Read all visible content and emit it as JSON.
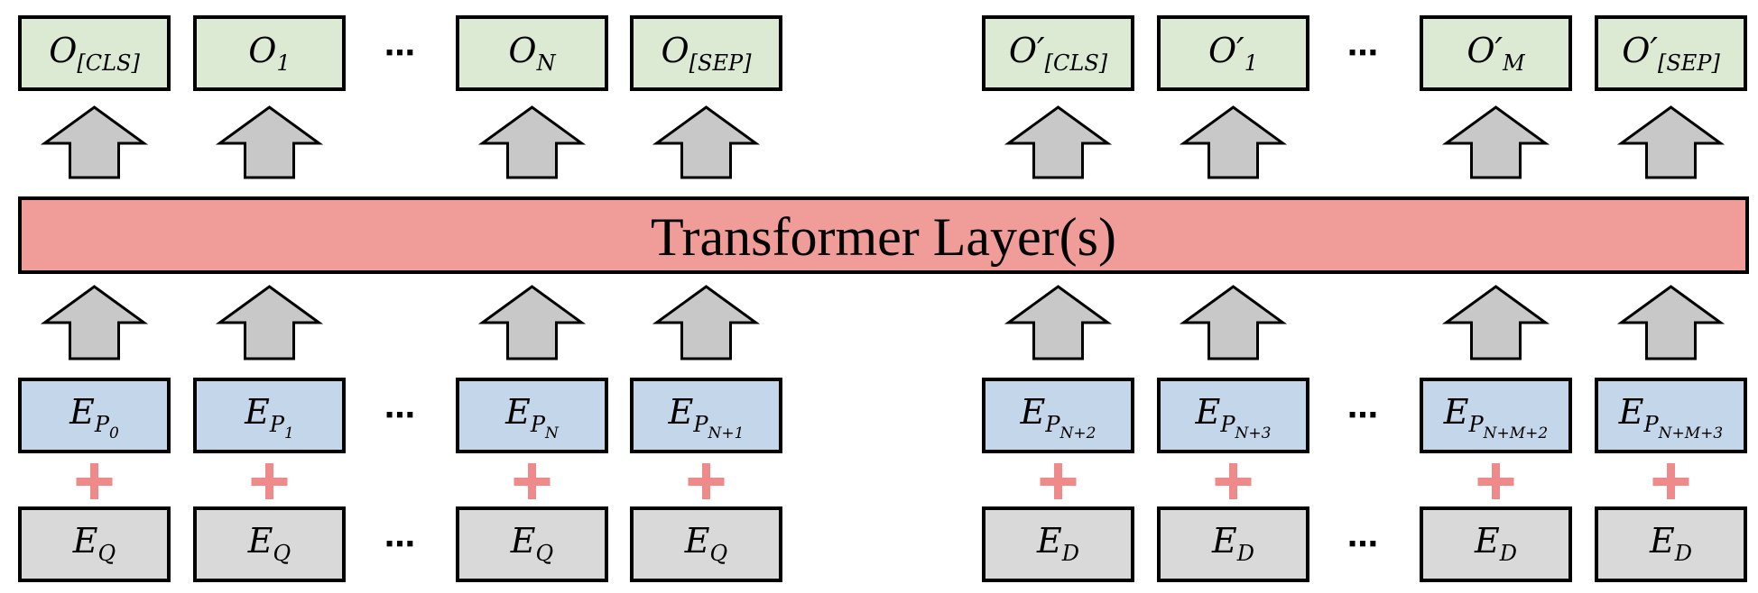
{
  "transformer": {
    "label": "Transformer Layer(s)"
  },
  "dots": "⋯",
  "outputs": [
    {
      "main": "O",
      "sub": "[CLS]"
    },
    {
      "main": "O",
      "sub": "1"
    },
    {
      "main": "O",
      "sub": "N"
    },
    {
      "main": "O",
      "sub": "[SEP]"
    },
    {
      "main": "O′",
      "sub": "[CLS]"
    },
    {
      "main": "O′",
      "sub": "1"
    },
    {
      "main": "O′",
      "sub": "M"
    },
    {
      "main": "O′",
      "sub": "[SEP]"
    }
  ],
  "positions": [
    {
      "main": "E",
      "sub": "P",
      "subsub": "0"
    },
    {
      "main": "E",
      "sub": "P",
      "subsub": "1"
    },
    {
      "main": "E",
      "sub": "P",
      "subsub": "N"
    },
    {
      "main": "E",
      "sub": "P",
      "subsub": "N+1"
    },
    {
      "main": "E",
      "sub": "P",
      "subsub": "N+2"
    },
    {
      "main": "E",
      "sub": "P",
      "subsub": "N+3"
    },
    {
      "main": "E",
      "sub": "P",
      "subsub": "N+M+2"
    },
    {
      "main": "E",
      "sub": "P",
      "subsub": "N+M+3"
    }
  ],
  "tokens": [
    {
      "main": "E",
      "sub": "Q"
    },
    {
      "main": "E",
      "sub": "Q"
    },
    {
      "main": "E",
      "sub": "Q"
    },
    {
      "main": "E",
      "sub": "Q"
    },
    {
      "main": "E",
      "sub": "D"
    },
    {
      "main": "E",
      "sub": "D"
    },
    {
      "main": "E",
      "sub": "D"
    },
    {
      "main": "E",
      "sub": "D"
    }
  ],
  "plus_symbol": "+",
  "colors": {
    "output_fill": "#dcead3",
    "position_fill": "#c4d6ea",
    "token_fill": "#d9d9d9",
    "transformer_fill": "#f09c98",
    "arrow_fill": "#c8c8c8",
    "plus_color": "#ee8a8a"
  }
}
